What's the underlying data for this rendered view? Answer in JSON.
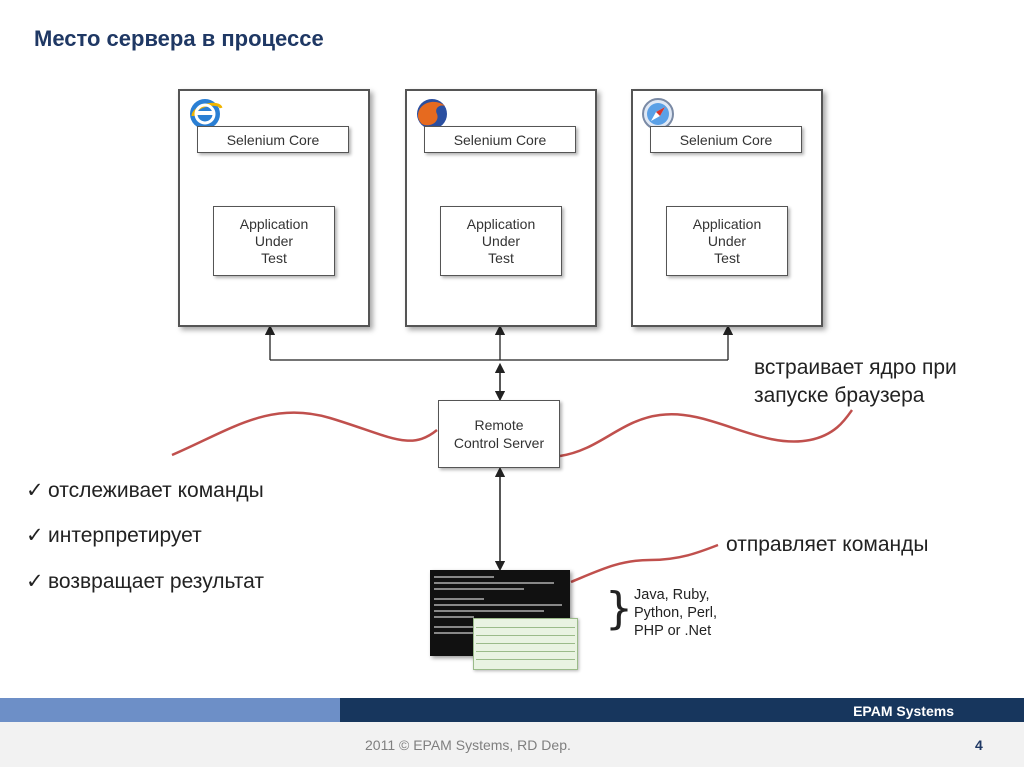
{
  "title": "Место сервера в процессе",
  "browsers": [
    {
      "icon": "internet-explorer-icon",
      "core_label": "Selenium Core",
      "aut_label": "Application\nUnder\nTest"
    },
    {
      "icon": "firefox-icon",
      "core_label": "Selenium Core",
      "aut_label": "Application\nUnder\nTest"
    },
    {
      "icon": "safari-icon",
      "core_label": "Selenium Core",
      "aut_label": "Application\nUnder\nTest"
    }
  ],
  "server_label": "Remote\nControl Server",
  "notes": {
    "embeds": "встраивает ядро при\nзапуске браузера",
    "sends": "отправляет команды"
  },
  "checklist": [
    "отслеживает команды",
    "интерпретирует",
    "возвращает результат"
  ],
  "check_mark": "✓",
  "languages": "Java, Ruby,\nPython, Perl,\nPHP or .Net",
  "brace": "}",
  "footer": {
    "brand": "EPAM Systems",
    "copyright": "2011 © EPAM Systems, RD Dep.",
    "page_number": "4"
  },
  "colors": {
    "title": "#1f3864",
    "curve": "#c0504d",
    "footer_light": "#6d8fc7",
    "footer_dark": "#17365d"
  }
}
